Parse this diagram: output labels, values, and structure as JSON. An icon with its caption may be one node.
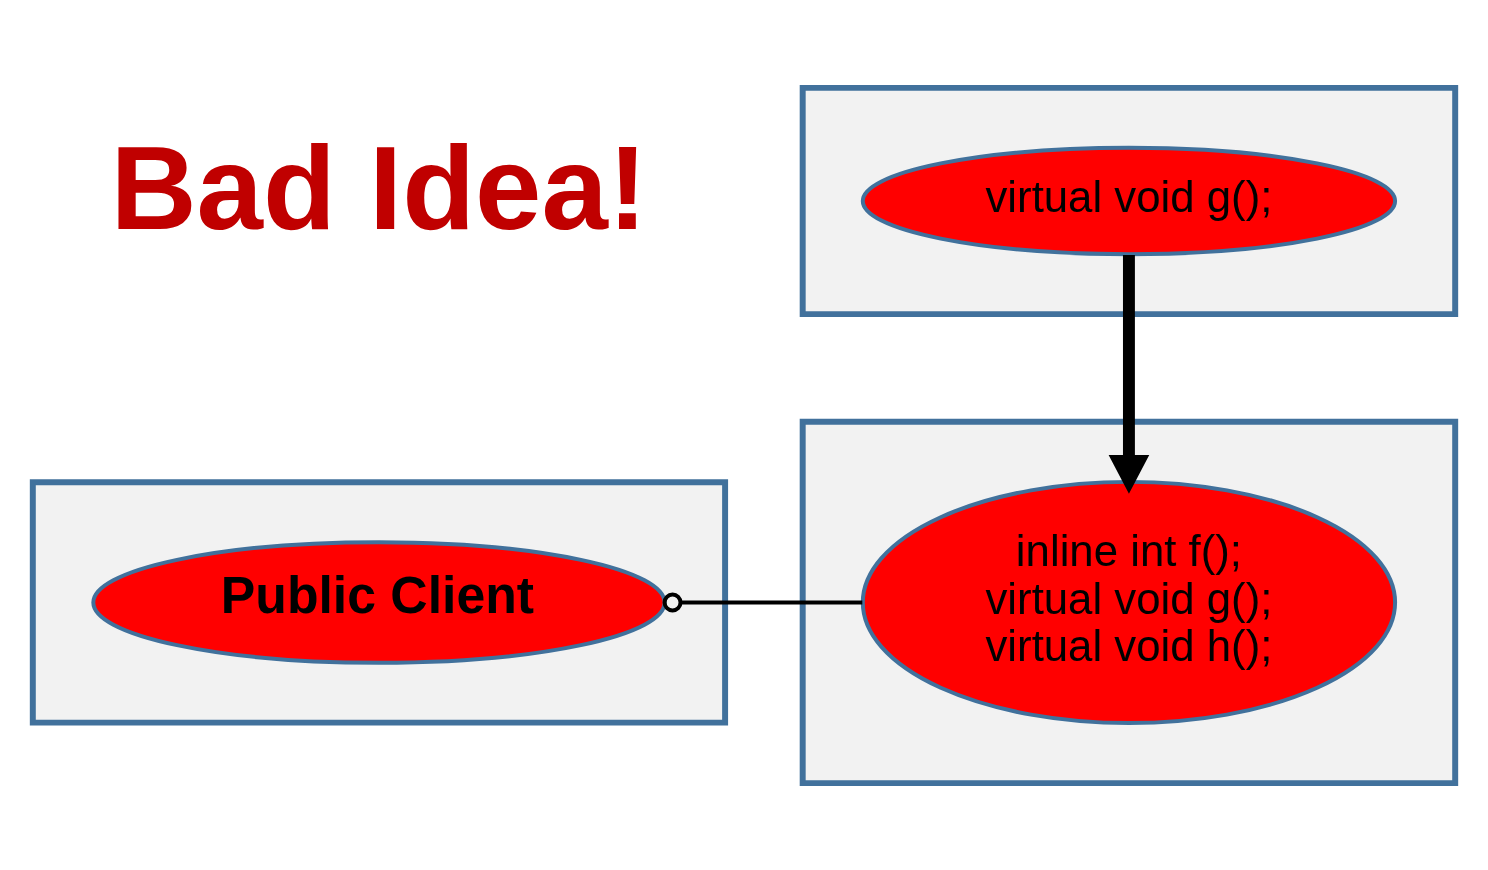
{
  "diagram": {
    "nodes": [
      {
        "text": [],
        "shape": "box"
      },
      {
        "text": [
          "virtual void g();"
        ],
        "in": 0
      },
      {
        "text": [],
        "shape": "box"
      },
      {
        "text": [
          "inline int f();",
          "virtual void g();",
          "virtual void h();"
        ],
        "in": 2
      },
      {
        "text": [],
        "shape": "box"
      },
      {
        "text": [
          "Public Client"
        ],
        "in": 4
      }
    ],
    "edges": [
      {
        "from": 1,
        "to": 3,
        "arrow": "to",
        "style": "thick"
      },
      {
        "from": 3,
        "to": 5,
        "arrow": "other"
      }
    ],
    "labels": [
      "Bad Idea!"
    ]
  }
}
